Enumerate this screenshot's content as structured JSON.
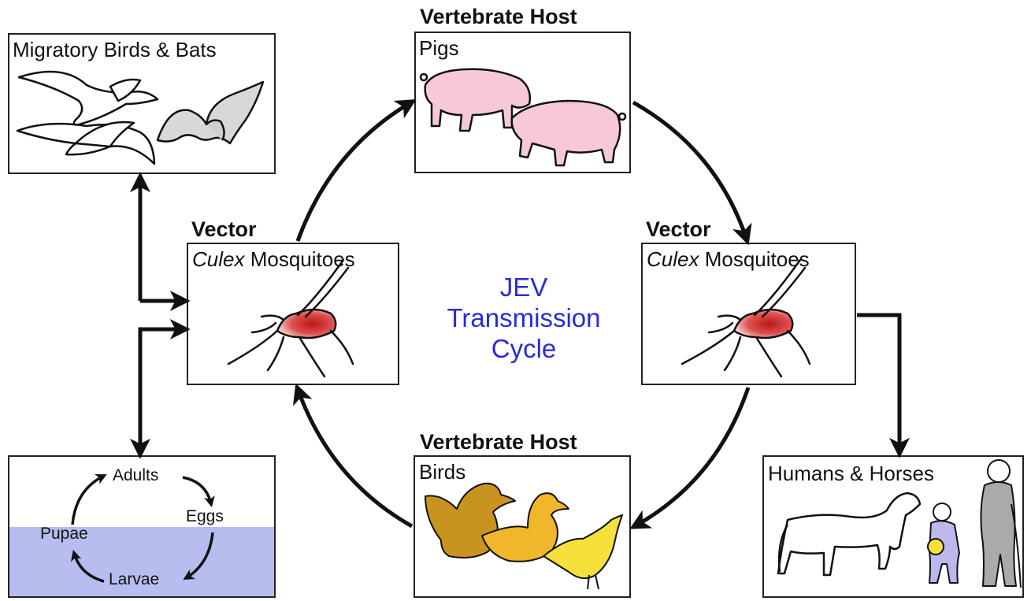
{
  "center": {
    "line1": "JEV",
    "line2": "Transmission",
    "line3": "Cycle"
  },
  "top_host": {
    "heading": "Vertebrate Host",
    "title": "Pigs"
  },
  "bottom_host": {
    "heading": "Vertebrate Host",
    "title": "Birds"
  },
  "left_vector": {
    "heading": "Vector",
    "genus": "Culex",
    "rest": " Mosquitoes"
  },
  "right_vector": {
    "heading": "Vector",
    "genus": "Culex",
    "rest": " Mosquitoes"
  },
  "migratory": {
    "title": "Migratory Birds & Bats"
  },
  "dead_end": {
    "title": "Humans & Horses"
  },
  "life_cycle": {
    "adults": "Adults",
    "eggs": "Eggs",
    "larvae": "Larvae",
    "pupae": "Pupae",
    "water_color": "#b8bdf0"
  },
  "colors": {
    "pig_fill": "#f7c9d8",
    "mosquito_blood": "#d42a2a",
    "bird_dark": "#c8941e",
    "bird_mid": "#f0b72a",
    "bird_light": "#f5e13a",
    "bat_fill": "#d8d8d8",
    "child_fill": "#b9b9ee",
    "man_fill": "#aaaaaa",
    "title_blue": "#2b2bd9"
  }
}
